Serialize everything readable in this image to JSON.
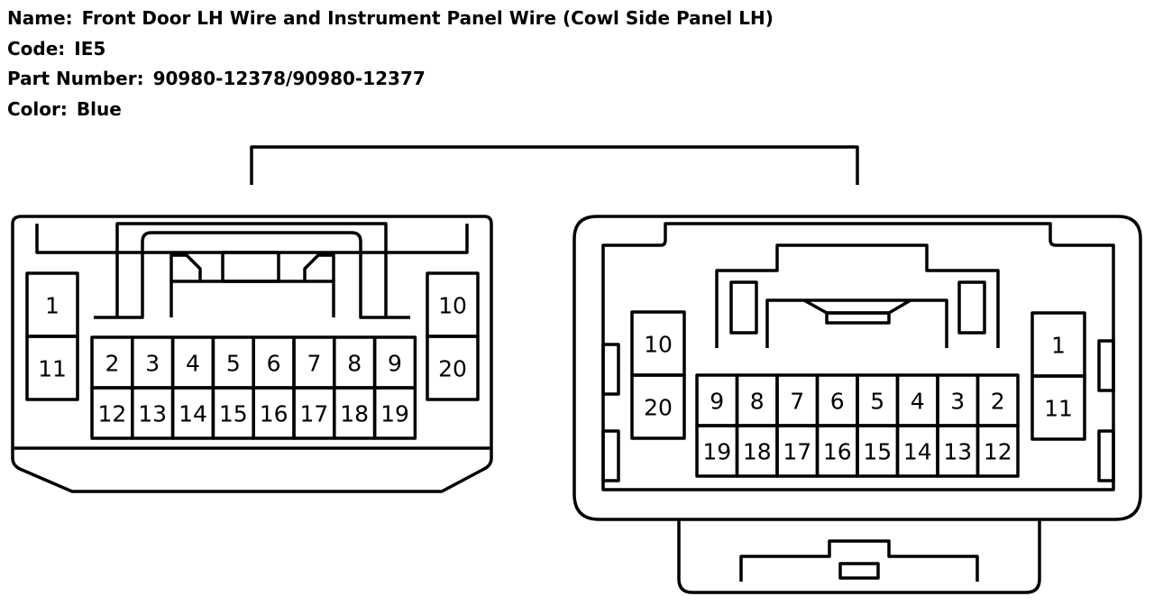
{
  "info": {
    "name_label": "Name:",
    "name_value": "Front Door LH Wire and Instrument Panel Wire (Cowl Side Panel LH)",
    "code_label": "Code:",
    "code_value": "IE5",
    "part_label": "Part Number:",
    "part_value": "90980-12378/90980-12377",
    "color_label": "Color:",
    "color_value": "Blue"
  },
  "left_connector": {
    "left_block": [
      "1",
      "11"
    ],
    "top_row": [
      "2",
      "3",
      "4",
      "5",
      "6",
      "7",
      "8",
      "9"
    ],
    "bottom_row": [
      "12",
      "13",
      "14",
      "15",
      "16",
      "17",
      "18",
      "19"
    ],
    "right_block": [
      "10",
      "20"
    ]
  },
  "right_connector": {
    "left_block": [
      "10",
      "20"
    ],
    "top_row": [
      "9",
      "8",
      "7",
      "6",
      "5",
      "4",
      "3",
      "2"
    ],
    "bottom_row": [
      "19",
      "18",
      "17",
      "16",
      "15",
      "14",
      "13",
      "12"
    ],
    "right_block": [
      "1",
      "11"
    ]
  }
}
